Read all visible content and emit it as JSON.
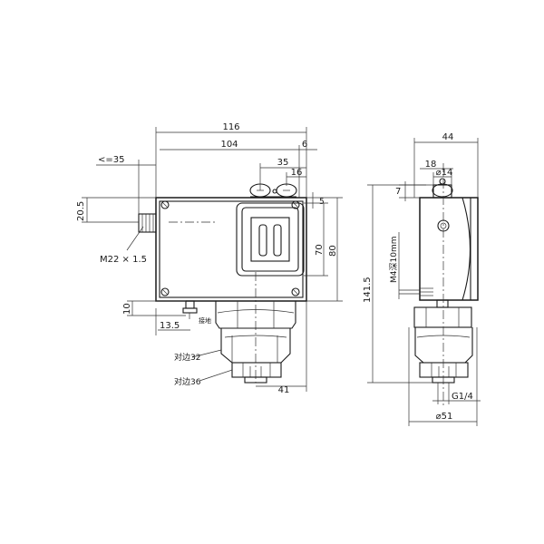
{
  "front_view": {
    "dim_total_width": "116",
    "dim_inner_width": "104",
    "dim_small_gap": "6",
    "dim_35": "35",
    "dim_16": "16",
    "dim_5": "5",
    "dim_cable_length": "<=35",
    "dim_20_5": "20.5",
    "dim_70": "70",
    "dim_80": "80",
    "dim_10": "10",
    "dim_13_5": "13.5",
    "dim_41": "41",
    "thread_label": "M22 × 1.5",
    "hex32_label": "对边32",
    "hex36_label": "对边36",
    "ground_label": "接地"
  },
  "side_view": {
    "dim_44": "44",
    "dim_18": "18",
    "dim_dia14": "⌀14",
    "dim_7": "7",
    "dim_141_5": "141.5",
    "bolt_label": "M4深10mm",
    "thread_label": "G1/4",
    "dim_dia51": "⌀51"
  }
}
